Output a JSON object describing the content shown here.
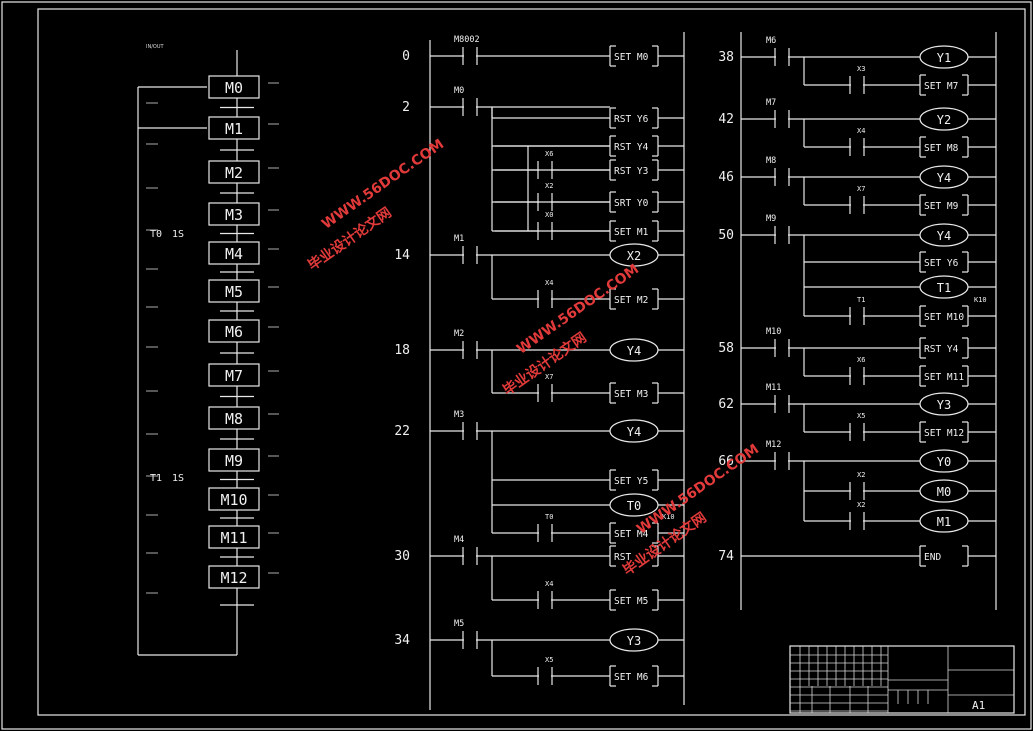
{
  "sfc": {
    "steps": [
      "M0",
      "M1",
      "M2",
      "M3",
      "M4",
      "M5",
      "M6",
      "M7",
      "M8",
      "M9",
      "M10",
      "M11",
      "M12"
    ],
    "timer_notes": [
      {
        "label": "T0",
        "value": "1S"
      },
      {
        "label": "T1",
        "value": "1S"
      }
    ]
  },
  "ladder": {
    "rungs": [
      {
        "num": "0",
        "contact": "M8002",
        "outputs": [
          {
            "text": "SET  M0",
            "type": "box"
          }
        ],
        "branches": []
      },
      {
        "num": "2",
        "contact": "M0",
        "outputs": [
          {
            "text": "RST  Y6",
            "type": "box"
          },
          {
            "text": "RST  Y4",
            "type": "box"
          },
          {
            "text": "RST  Y3",
            "type": "box"
          },
          {
            "text": "SRT  Y0",
            "type": "box"
          },
          {
            "text": "SET  M1",
            "type": "box"
          }
        ],
        "branches": [
          "X6",
          "X2",
          "X0"
        ]
      },
      {
        "num": "14",
        "contact": "M1",
        "outputs": [
          {
            "text": "X2",
            "type": "coil"
          },
          {
            "text": "SET  M2",
            "type": "box"
          }
        ],
        "branches": [
          "X4"
        ]
      },
      {
        "num": "18",
        "contact": "M2",
        "outputs": [
          {
            "text": "Y4",
            "type": "coil"
          },
          {
            "text": "SET  M3",
            "type": "box"
          }
        ],
        "branches": [
          "X7"
        ]
      },
      {
        "num": "22",
        "contact": "M3",
        "outputs": [
          {
            "text": "Y4",
            "type": "coil"
          },
          {
            "text": "SET  Y5",
            "type": "box"
          },
          {
            "text": "T0",
            "type": "coil"
          },
          {
            "text": "SET  M4",
            "type": "box"
          }
        ],
        "branches": [
          "T0"
        ],
        "note": "K10"
      },
      {
        "num": "30",
        "contact": "M4",
        "outputs": [
          {
            "text": "RST",
            "type": "box"
          },
          {
            "text": "SET  M5",
            "type": "box"
          }
        ],
        "branches": [
          "X4"
        ]
      },
      {
        "num": "34",
        "contact": "M5",
        "outputs": [
          {
            "text": "Y3",
            "type": "coil"
          },
          {
            "text": "SET  M6",
            "type": "box"
          }
        ],
        "branches": [
          "X5"
        ]
      },
      {
        "num": "38",
        "contact": "M6",
        "outputs": [
          {
            "text": "Y1",
            "type": "coil"
          },
          {
            "text": "SET  M7",
            "type": "box"
          }
        ],
        "branches": [
          "X3"
        ]
      },
      {
        "num": "42",
        "contact": "M7",
        "outputs": [
          {
            "text": "Y2",
            "type": "coil"
          },
          {
            "text": "SET  M8",
            "type": "box"
          }
        ],
        "branches": [
          "X4"
        ]
      },
      {
        "num": "46",
        "contact": "M8",
        "outputs": [
          {
            "text": "Y4",
            "type": "coil"
          },
          {
            "text": "SET  M9",
            "type": "box"
          }
        ],
        "branches": [
          "X7"
        ]
      },
      {
        "num": "50",
        "contact": "M9",
        "outputs": [
          {
            "text": "Y4",
            "type": "coil"
          },
          {
            "text": "SET  Y6",
            "type": "box"
          },
          {
            "text": "T1",
            "type": "coil"
          },
          {
            "text": "SET  M10",
            "type": "box"
          }
        ],
        "branches": [
          "T1"
        ],
        "note": "K10"
      },
      {
        "num": "58",
        "contact": "M10",
        "outputs": [
          {
            "text": "RST  Y4",
            "type": "box"
          },
          {
            "text": "SET  M11",
            "type": "box"
          }
        ],
        "branches": [
          "X6"
        ]
      },
      {
        "num": "62",
        "contact": "M11",
        "outputs": [
          {
            "text": "Y3",
            "type": "coil"
          },
          {
            "text": "SET  M12",
            "type": "box"
          }
        ],
        "branches": [
          "X5"
        ]
      },
      {
        "num": "66",
        "contact": "M12",
        "outputs": [
          {
            "text": "Y0",
            "type": "coil"
          },
          {
            "text": "M0",
            "type": "coil"
          },
          {
            "text": "M1",
            "type": "coil"
          }
        ],
        "branches": [
          "X2",
          "X2"
        ]
      },
      {
        "num": "74",
        "contact": "",
        "outputs": [
          {
            "text": "END",
            "type": "box"
          }
        ],
        "branches": []
      }
    ]
  },
  "title_block": {
    "sheet": "A1"
  },
  "watermarks": [
    "WWW.56DOC.COM",
    "毕业设计论文网"
  ]
}
